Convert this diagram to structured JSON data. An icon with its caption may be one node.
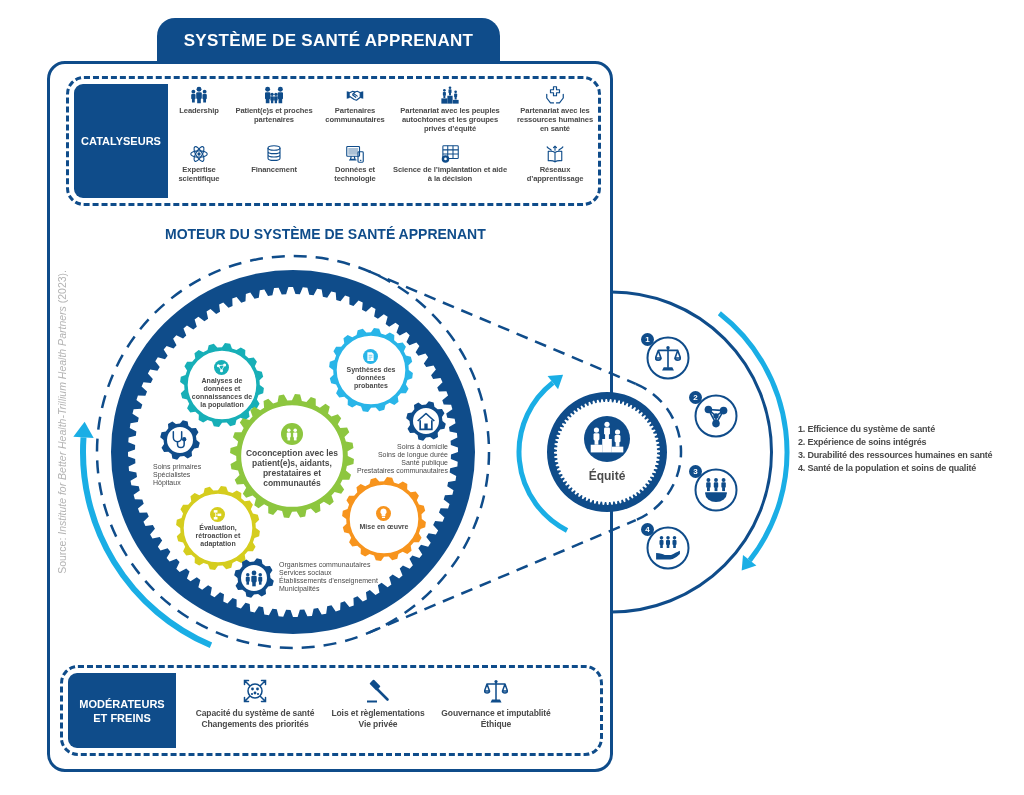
{
  "diagram": {
    "title": "SYSTÈME DE SANTÉ APPRENANT",
    "caption": "Source: *Institute for Better Health-Trillium Health Partners* (2023).",
    "nodes": [
      {
        "text": [
          "CATALYSEURS"
        ]
      },
      {
        "text": [
          "Leadership"
        ],
        "in": 0
      },
      {
        "text": [
          "Patient(e)s et proches partenaires"
        ],
        "in": 0
      },
      {
        "text": [
          "Partenaires communautaires"
        ],
        "in": 0
      },
      {
        "text": [
          "Partenariat avec les peuples autochtones et les groupes privés d’équité"
        ],
        "in": 0
      },
      {
        "text": [
          "Partenariat avec les ressources humaines en santé"
        ],
        "in": 0
      },
      {
        "text": [
          "Expertise scientifique"
        ],
        "in": 0
      },
      {
        "text": [
          "Financement"
        ],
        "in": 0
      },
      {
        "text": [
          "Données et technologie"
        ],
        "in": 0
      },
      {
        "text": [
          "Science de l’implantation et aide à la décision"
        ],
        "in": 0
      },
      {
        "text": [
          "Réseaux d’apprentissage"
        ],
        "in": 0
      },
      {
        "text": [
          "MOTEUR DU SYSTÈME DE SANTÉ APPRENANT"
        ]
      },
      {
        "text": [
          "Analyses de données et connaissances de la population"
        ],
        "in": 11
      },
      {
        "text": [
          "Synthèses des données probantes"
        ],
        "in": 11
      },
      {
        "text": [],
        "shape": "gear",
        "beside": [
          "Soins primaires",
          "Spécialistes",
          "Hôpitaux"
        ],
        "in": 11
      },
      {
        "text": [
          "Coconception avec les patient(e)s, aidants, prestataires et communautés"
        ],
        "in": 11
      },
      {
        "text": [],
        "shape": "gear",
        "beside": [
          "Soins à domicile",
          "Soins de longue durée",
          "Santé publique",
          "Prestataires communautaires"
        ],
        "in": 11
      },
      {
        "text": [
          "Évaluation, rétroaction et adaptation"
        ],
        "in": 11
      },
      {
        "text": [
          "Mise en œuvre"
        ],
        "in": 11
      },
      {
        "text": [],
        "shape": "gear",
        "beside": [
          "Organismes communautaires",
          "Services sociaux",
          "Établissements d’enseignement",
          "Municipalités"
        ],
        "in": 11
      },
      {
        "text": [
          "Équité"
        ]
      },
      {
        "text": [
          "1"
        ]
      },
      {
        "text": [
          "2"
        ]
      },
      {
        "text": [
          "3"
        ]
      },
      {
        "text": [
          "4"
        ]
      },
      {
        "text": [
          "MODÉRATEURS ET FREINS"
        ]
      },
      {
        "text": [
          "Capacité du système de santé",
          "Changements des priorités"
        ],
        "in": 25
      },
      {
        "text": [
          "Lois et règlementations",
          "Vie privée"
        ],
        "in": 25
      },
      {
        "text": [
          "Gouvernance et imputablité",
          "Éthique"
        ],
        "in": 25
      }
    ],
    "edges": [
      {
        "from": 11,
        "to": 20,
        "arrow": "none",
        "style": "dashed"
      },
      {
        "from": 11,
        "to": 20,
        "arrow": "none",
        "style": "dashed"
      }
    ],
    "labels": [
      "1. Efficience du système de santé",
      "2. Expérience de soins intégrés",
      "3. Durabilité des ressources humaines en santé",
      "4. Santé de la population et soins de qualité"
    ]
  }
}
